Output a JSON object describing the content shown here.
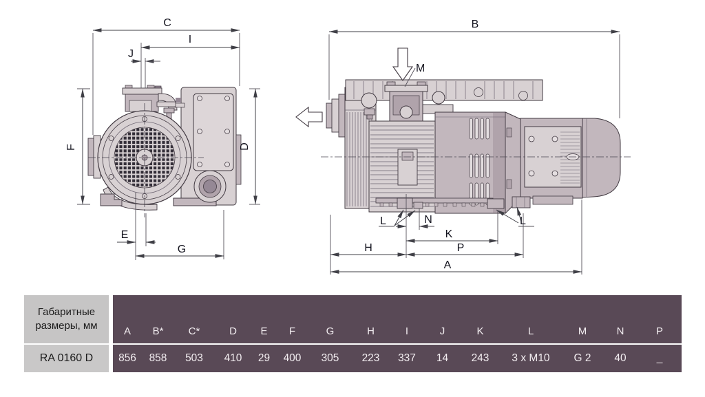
{
  "drawing": {
    "front_view": {
      "labels": {
        "c": "C",
        "i": "I",
        "j": "J",
        "f": "F",
        "d": "D",
        "e": "E",
        "g": "G"
      }
    },
    "side_view": {
      "labels": {
        "b": "B",
        "m": "M",
        "l_left": "L",
        "n": "N",
        "k": "K",
        "h": "H",
        "p": "P",
        "a": "A",
        "l_right": "L"
      }
    }
  },
  "table": {
    "row_label_line1": "Габаритные",
    "row_label_line2": "размеры, мм",
    "model": "RA 0160 D",
    "columns": [
      "A",
      "B*",
      "C*",
      "D",
      "E",
      "F",
      "G",
      "H",
      "I",
      "J",
      "K",
      "L",
      "M",
      "N",
      "P"
    ],
    "values": [
      "856",
      "858",
      "503",
      "410",
      "29",
      "400",
      "305",
      "223",
      "337",
      "14",
      "243",
      "3 x M10",
      "G 2",
      "40",
      "_"
    ]
  },
  "colors": {
    "table_bg": "#594956",
    "table_side_bg": "#c6c5c5",
    "body_light": "#d8d1d3",
    "body_mid": "#c2b7bd",
    "outline": "#423a42"
  }
}
